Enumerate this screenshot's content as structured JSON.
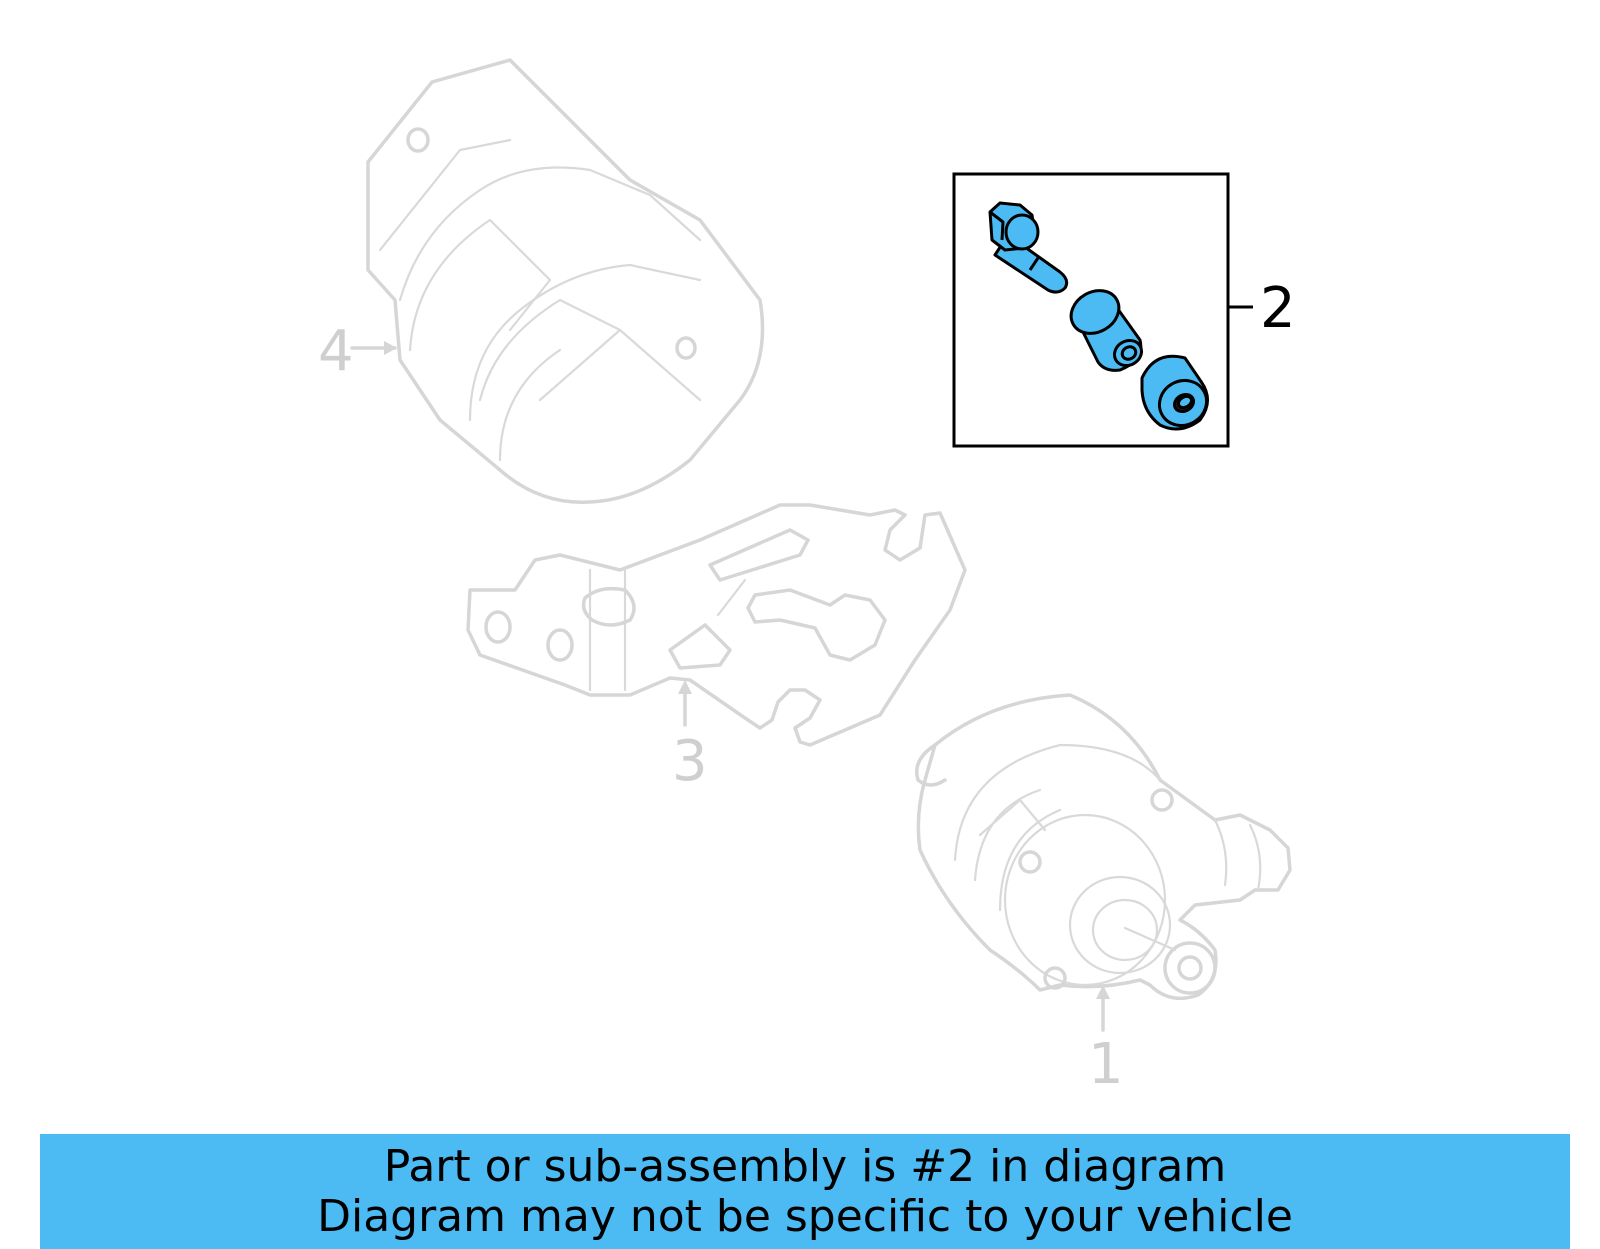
{
  "diagram": {
    "callouts": {
      "part_1": "1",
      "part_2": "2",
      "part_3": "3",
      "part_4": "4"
    },
    "highlight_color": "#4dbbf3",
    "faded_color": "#d6d6d6"
  },
  "banner": {
    "line1": "Part or sub-assembly is #2 in diagram",
    "line2": "Diagram may not be specific to your vehicle",
    "background": "#4dbbf3"
  }
}
